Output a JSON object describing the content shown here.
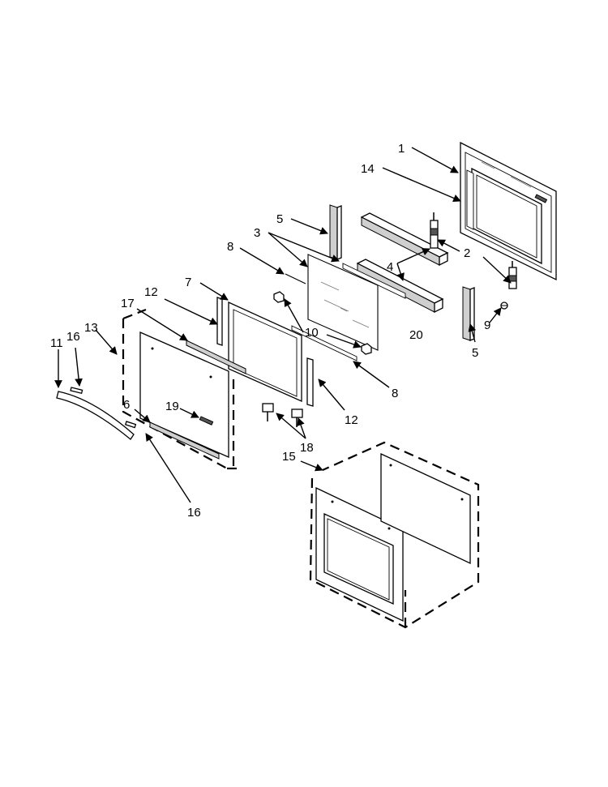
{
  "diagram": {
    "labels": {
      "l1": "1",
      "l2": "2",
      "l3": "3",
      "l4": "4",
      "l5a": "5",
      "l5b": "5",
      "l6": "6",
      "l7": "7",
      "l8a": "8",
      "l8b": "8",
      "l9": "9",
      "l10": "10",
      "l11": "11",
      "l12a": "12",
      "l12b": "12",
      "l13": "13",
      "l14": "14",
      "l15": "15",
      "l16a": "16",
      "l16b": "16",
      "l17": "17",
      "l18": "18",
      "l19": "19",
      "l20": "20"
    }
  }
}
